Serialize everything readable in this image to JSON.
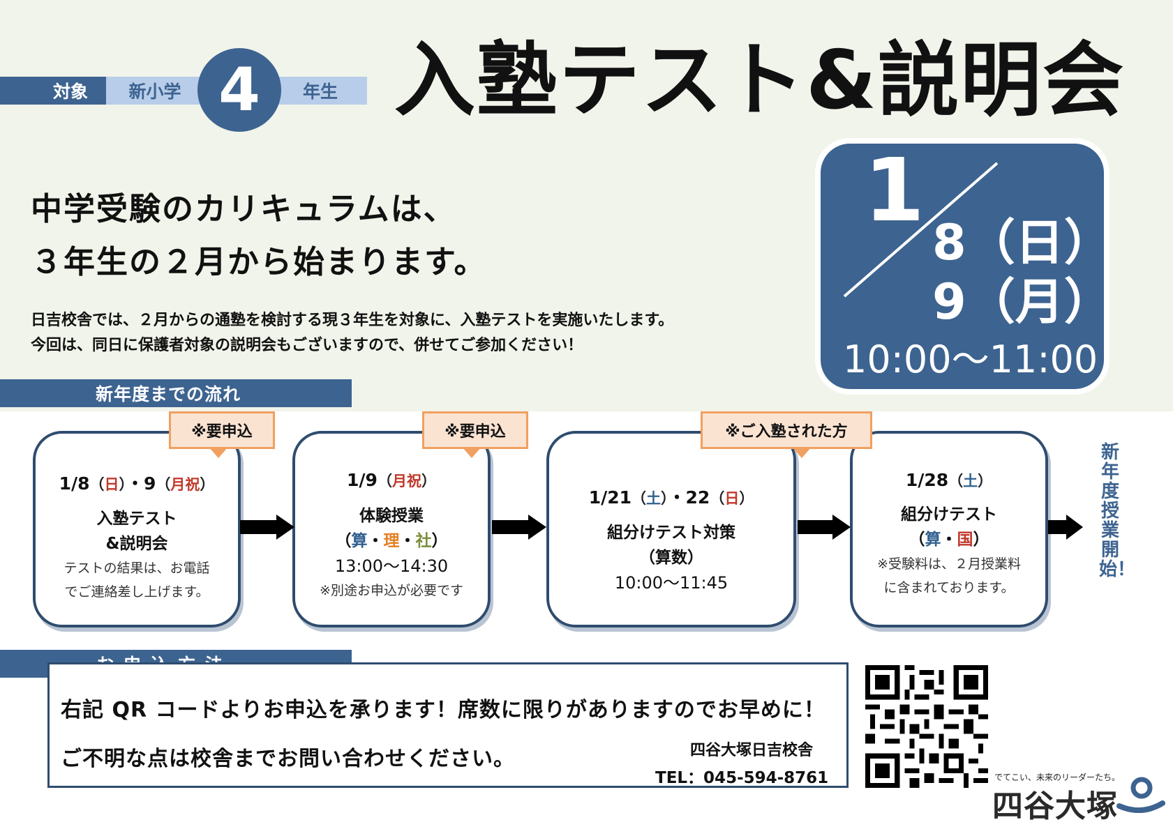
{
  "colors": {
    "primary": "#3d6390",
    "light_blue": "#b8cde9",
    "tag_bg": "#fbe3d2",
    "tag_border": "#f0a060",
    "red": "#c0392b"
  },
  "target": {
    "label": "対象",
    "prefix": "新小学",
    "grade": "4",
    "suffix": "年生"
  },
  "title": "入塾テスト&説明会",
  "date_box": {
    "month": "1",
    "day1": "8（日）",
    "day2": "9（月）",
    "time": "10:00〜11:00"
  },
  "headline": {
    "line1": "中学受験のカリキュラムは、",
    "line2": "３年生の２月から始まります。"
  },
  "description": {
    "line1": "日吉校舎では、２月からの通塾を検討する現３年生を対象に、入塾テストを実施いたします。",
    "line2": "今回は、同日に保護者対象の説明会もございますので、併せてご参加ください！"
  },
  "flow": {
    "title": "新年度までの流れ",
    "tags": {
      "t1": "※要申込",
      "t2": "※要申込",
      "t3": "※ご入塾された方"
    },
    "steps": [
      {
        "d1": "1/8",
        "w1": "日",
        "sep": "・9",
        "w2": "月祝",
        "name1": "入塾テスト",
        "name2": "&説明会",
        "note1": "テストの結果は、お電話",
        "note2": "でご連絡差し上げます。"
      },
      {
        "d1": "1/9",
        "w1": "月祝",
        "name": "体験授業",
        "subj1": "算",
        "subj2": "理",
        "subj3": "社",
        "time": "13:00〜14:30",
        "note": "※別途お申込が必要です"
      },
      {
        "d1": "1/21",
        "w1": "土",
        "sep": "・22",
        "w2": "日",
        "name": "組分けテスト対策",
        "sub": "（算数）",
        "time": "10:00〜11:45"
      },
      {
        "d1": "1/28",
        "w1": "土",
        "name": "組分けテスト",
        "subj1": "算",
        "subj2": "国",
        "note1": "※受験料は、２月授業料",
        "note2": "に含まれております。"
      }
    ],
    "final": "新年度授業開始！"
  },
  "apply": {
    "title": "お申込方法",
    "line1": "右記 QR コードよりお申込を承ります！席数に限りがありますのでお早めに！",
    "line2": "ご不明な点は校舎までお問い合わせください。",
    "school": "四谷大塚日吉校舎",
    "tel": "TEL：045-594-8761"
  },
  "brand": {
    "tagline": "でてこい、未来のリーダーたち。",
    "name": "四谷大塚"
  }
}
